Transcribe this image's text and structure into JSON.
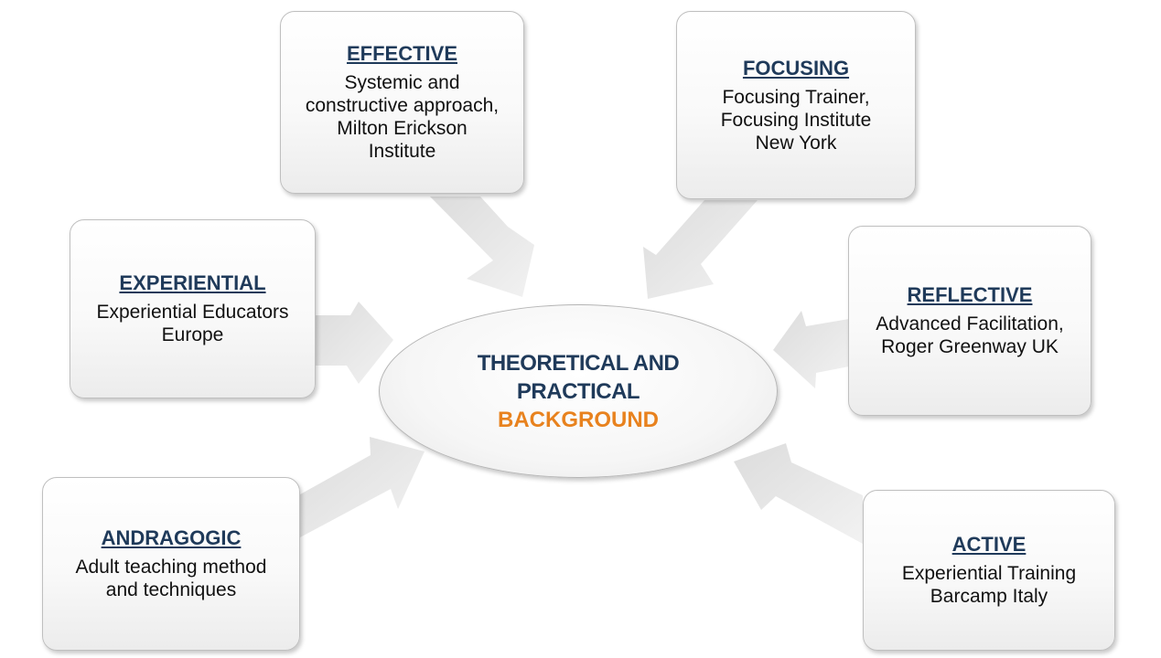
{
  "center": {
    "line1": "THEORETICAL AND",
    "line2": "PRACTICAL",
    "line3": "BACKGROUND"
  },
  "nodes": {
    "effective": {
      "title": "EFFECTIVE",
      "lines": [
        "Systemic and",
        "constructive approach,",
        "Milton Erickson",
        "Institute"
      ]
    },
    "focusing": {
      "title": "FOCUSING",
      "lines": [
        "Focusing Trainer,",
        "Focusing Institute",
        "New York"
      ]
    },
    "experiential": {
      "title": "EXPERIENTIAL",
      "lines": [
        "Experiential Educators",
        "Europe"
      ]
    },
    "reflective": {
      "title": "REFLECTIVE",
      "lines": [
        "Advanced Facilitation,",
        "Roger Greenway UK"
      ]
    },
    "andragogic": {
      "title": "ANDRAGOGIC",
      "lines": [
        "Adult teaching method",
        "and techniques"
      ]
    },
    "active": {
      "title": "ACTIVE",
      "lines": [
        "Experiential Training",
        "Barcamp Italy"
      ]
    }
  },
  "colors": {
    "title": "#1f3a5a",
    "accent": "#e8821e",
    "arrow": "#e3e3e3"
  }
}
